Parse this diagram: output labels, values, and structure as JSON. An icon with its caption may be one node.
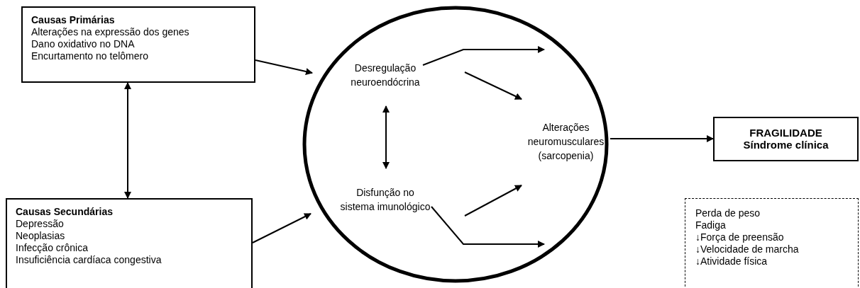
{
  "diagram": {
    "nodes": [
      {
        "text": [
          "Causas Primárias",
          "Alterações na expressão dos genes",
          "Dano oxidativo no DNA",
          "Encurtamento no telômero"
        ]
      },
      {
        "text": [
          "Causas Secundárias",
          "Depressão",
          "Neoplasias",
          "Infecção crônica",
          "Insuficiência cardíaca congestiva"
        ]
      },
      {
        "text": [],
        "shape": "circle"
      },
      {
        "text": [
          "Desregulação neuroendócrina"
        ],
        "in": 2
      },
      {
        "text": [
          "Disfunção no sistema imunológico"
        ],
        "in": 2
      },
      {
        "text": [
          "Alterações neuromusculares (sarcopenia)"
        ],
        "in": 2
      },
      {
        "text": [
          "FRAGILIDADE",
          "Síndrome clínica"
        ]
      },
      {
        "text": [
          "Perda de peso",
          "Fadiga",
          "↓Força de preensão",
          "↓Velocidade de marcha",
          "↓Atividade física"
        ]
      }
    ],
    "edges": [
      {
        "from": 0,
        "to": 2,
        "arrow": "to"
      },
      {
        "from": 0,
        "to": 1,
        "arrow": "both"
      },
      {
        "from": 1,
        "to": 2,
        "arrow": "to"
      },
      {
        "from": 3,
        "to": 4,
        "arrow": "both"
      },
      {
        "from": 3,
        "to": null,
        "arrow": "to"
      },
      {
        "from": 3,
        "to": 5,
        "arrow": "to"
      },
      {
        "from": 4,
        "to": 5,
        "arrow": "to"
      },
      {
        "from": 4,
        "to": null,
        "arrow": "to"
      },
      {
        "from": 5,
        "to": 6,
        "arrow": "to"
      }
    ]
  }
}
